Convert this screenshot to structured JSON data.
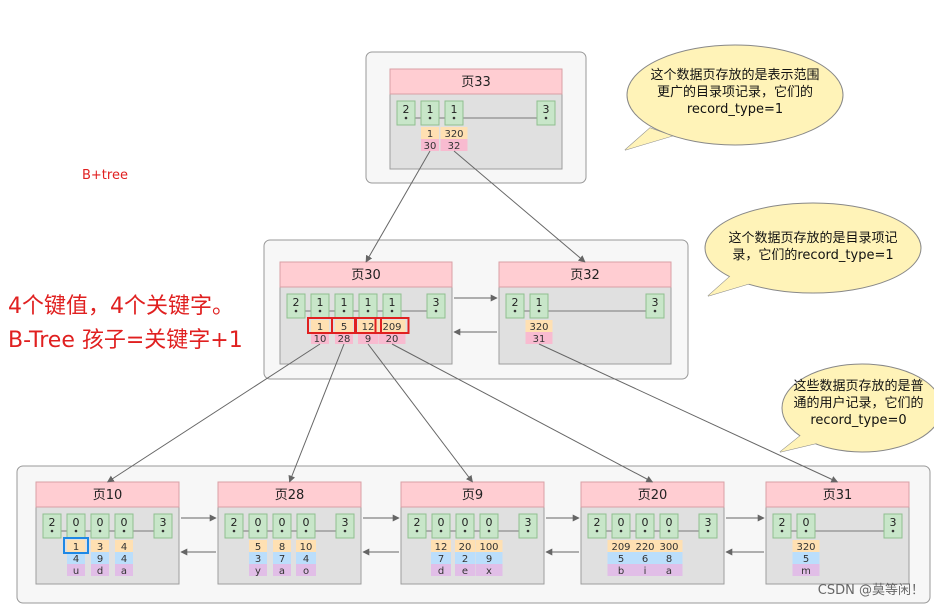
{
  "labels": {
    "btree_tag": "B+tree",
    "note_line_1": "4个键值，4个关键字。",
    "note_line_2": "B-Tree 孩子=关键字+1",
    "watermark": "CSDN @莫等闲！"
  },
  "callouts": {
    "root_lines": [
      "这个数据页存放的是表示范围",
      "更广的目录项记录，它们的",
      "record_type=1"
    ],
    "mid_lines": [
      "这个数据页存放的是目录项记",
      "录，它们的record_type=1"
    ],
    "leaf_lines": [
      "这些数据页存放的是普",
      "通的用户记录，它们的",
      "record_type=0"
    ]
  },
  "pages": [
    {
      "id": "page33",
      "title": "页33",
      "headers": [
        "2",
        "1",
        "1",
        "3"
      ],
      "records": [
        [
          "1",
          "30"
        ],
        [
          "320",
          "32"
        ]
      ]
    },
    {
      "id": "page30",
      "title": "页30",
      "headers": [
        "2",
        "1",
        "1",
        "1",
        "1",
        "3"
      ],
      "records": [
        [
          "1",
          "10"
        ],
        [
          "5",
          "28"
        ],
        [
          "12",
          "9"
        ],
        [
          "209",
          "20"
        ]
      ]
    },
    {
      "id": "page32",
      "title": "页32",
      "headers": [
        "2",
        "1",
        "3"
      ],
      "records": [
        [
          "320",
          "31"
        ]
      ]
    },
    {
      "id": "page10",
      "title": "页10",
      "headers": [
        "2",
        "0",
        "0",
        "0",
        "3"
      ],
      "records": [
        [
          "1",
          "4",
          "u"
        ],
        [
          "3",
          "9",
          "d"
        ],
        [
          "4",
          "4",
          "a"
        ]
      ]
    },
    {
      "id": "page28",
      "title": "页28",
      "headers": [
        "2",
        "0",
        "0",
        "0",
        "3"
      ],
      "records": [
        [
          "5",
          "3",
          "y"
        ],
        [
          "8",
          "7",
          "a"
        ],
        [
          "10",
          "4",
          "o"
        ]
      ]
    },
    {
      "id": "page9",
      "title": "页9",
      "headers": [
        "2",
        "0",
        "0",
        "0",
        "3"
      ],
      "records": [
        [
          "12",
          "7",
          "d"
        ],
        [
          "20",
          "2",
          "e"
        ],
        [
          "100",
          "9",
          "x"
        ]
      ]
    },
    {
      "id": "page20",
      "title": "页20",
      "headers": [
        "2",
        "0",
        "0",
        "0",
        "3"
      ],
      "records": [
        [
          "209",
          "5",
          "b"
        ],
        [
          "220",
          "6",
          "i"
        ],
        [
          "300",
          "8",
          "a"
        ]
      ]
    },
    {
      "id": "page31",
      "title": "页31",
      "headers": [
        "2",
        "0",
        "3"
      ],
      "records": [
        [
          "320",
          "5",
          "m"
        ]
      ]
    }
  ],
  "colors": {
    "title_fill": "#ffcdd2",
    "header_fill": "#c8e6c9",
    "key_fill": "#ffe0b2",
    "pointer_fill": "#f8bbd0",
    "col2_fill": "#bbdefb",
    "col3_fill": "#e1bee7",
    "callout_fill": "#fff3b8",
    "highlight_red": "#e02020",
    "highlight_blue": "#1e88e5"
  }
}
